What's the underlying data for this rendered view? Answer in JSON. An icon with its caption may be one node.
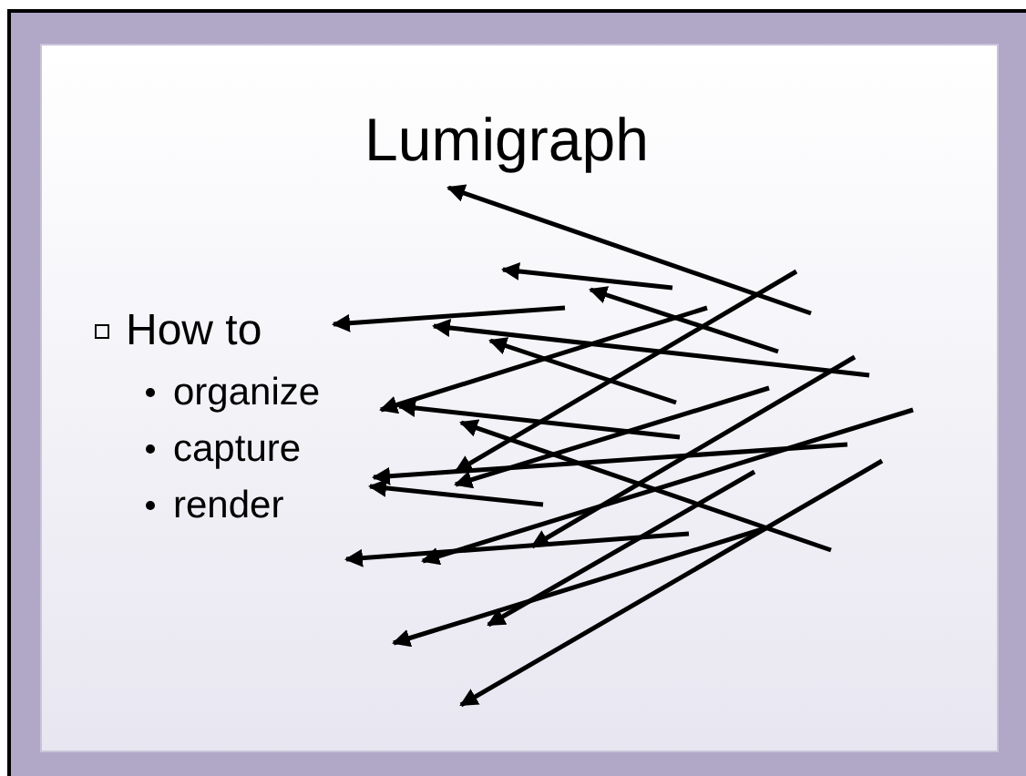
{
  "diagram": {
    "title": "Lumigraph",
    "labels": [
      "How to",
      "organize",
      "capture",
      "render"
    ]
  }
}
